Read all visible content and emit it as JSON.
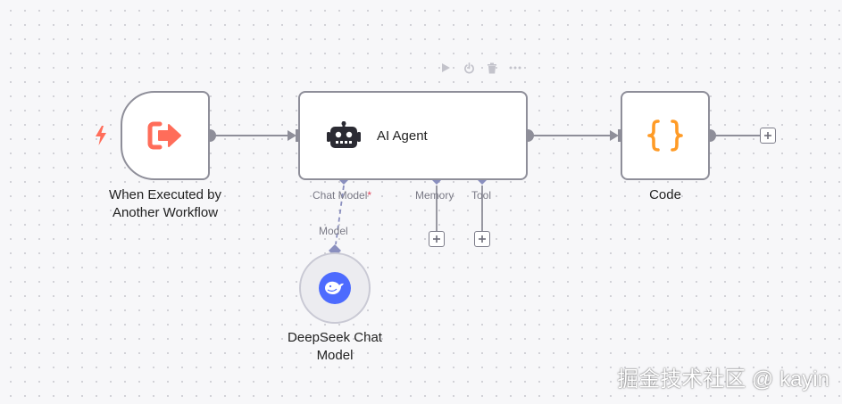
{
  "toolbar": {
    "icons": [
      "play-icon",
      "power-icon",
      "trash-icon",
      "more-icon"
    ]
  },
  "nodes": {
    "trigger": {
      "label": "When Executed by\nAnother Workflow",
      "icon": "exit-arrow-icon",
      "accent": "#ff6d5a"
    },
    "agent": {
      "title": "AI Agent",
      "icon": "robot-icon"
    },
    "code": {
      "label": "Code",
      "icon": "braces-icon",
      "accent": "#ff9b26"
    },
    "deepseek": {
      "label": "DeepSeek Chat\nModel",
      "icon": "deepseek-whale-icon",
      "accent": "#4d6bfe"
    }
  },
  "ports": {
    "chat_model": "Chat Model",
    "chat_model_required": "*",
    "memory": "Memory",
    "tool": "Tool",
    "model": "Model"
  },
  "colors": {
    "connection": "#8e8e99",
    "sub_port": "#8a8fbf",
    "required": "#e1455d"
  },
  "watermark": "掘金技术社区 @ kayin"
}
